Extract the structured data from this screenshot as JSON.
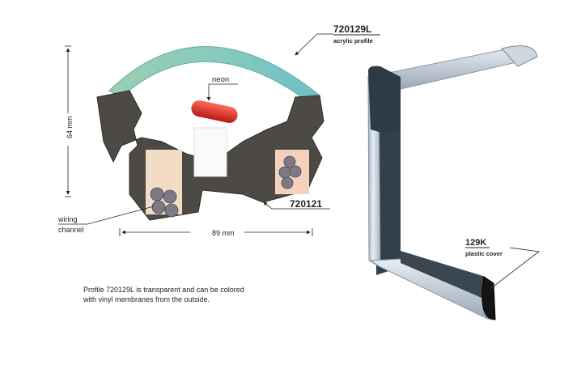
{
  "labels": {
    "acrylic_code": "720129L",
    "acrylic_name": "acrylic profile",
    "neon": "neon",
    "height_dim": "64 mm",
    "width_dim": "89 mm",
    "base_code": "720121",
    "wiring_line1": "wiring",
    "wiring_line2": "channel",
    "cover_code": "129K",
    "cover_name": "plastic cover"
  },
  "description": "Profile 720129L is transparent and can be colored with vinyl membranes from the outside.",
  "colors": {
    "acrylic": "#6fc2b0",
    "profile": "#4a4744",
    "neon": "#e0302a",
    "aluminium": "#b8c6d2",
    "cover": "#1c1c1c"
  }
}
